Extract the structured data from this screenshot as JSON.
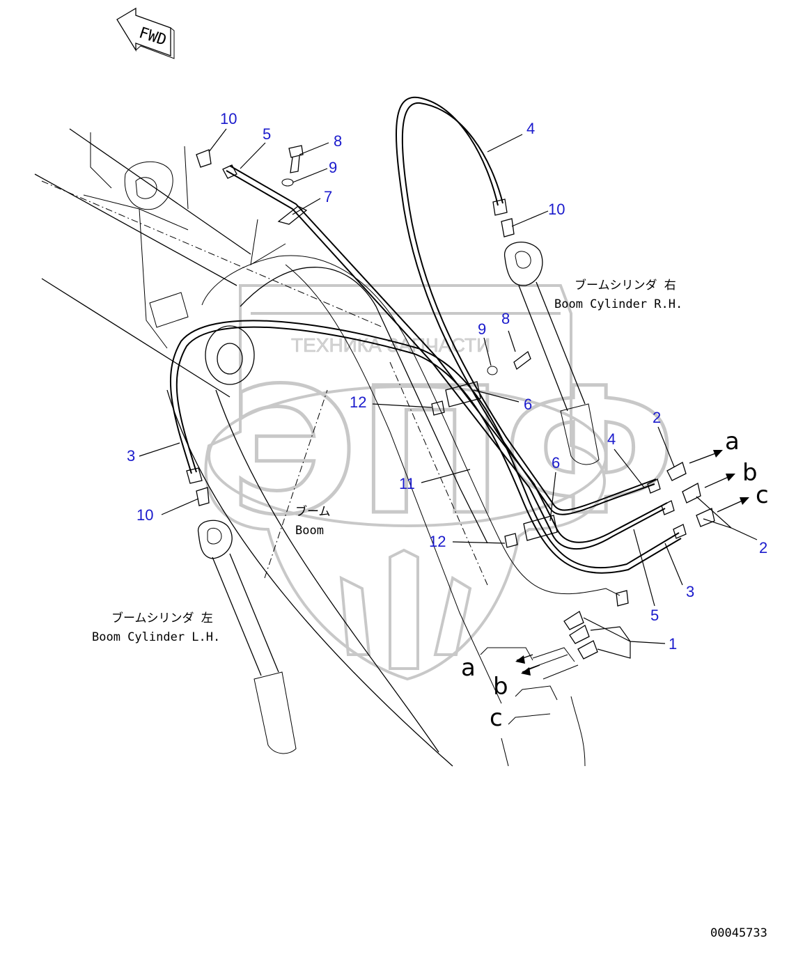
{
  "watermark": {
    "top_text": "ТЕХНИКА  ЗАПЧАСТИ",
    "big_text": "ЭПФ"
  },
  "direction_marker": "FWD",
  "labels": {
    "boom_cyl_rh_jp": "ブームシリンダ 右",
    "boom_cyl_rh_en": "Boom Cylinder R.H.",
    "boom_cyl_lh_jp": "ブームシリンダ 左",
    "boom_cyl_lh_en": "Boom Cylinder L.H.",
    "boom_jp": "ブーム",
    "boom_en": "Boom"
  },
  "ports": [
    "a",
    "b",
    "c"
  ],
  "callouts": [
    {
      "id": "c10a",
      "num": "10"
    },
    {
      "id": "c5a",
      "num": "5"
    },
    {
      "id": "c8a",
      "num": "8"
    },
    {
      "id": "c9a",
      "num": "9"
    },
    {
      "id": "c7",
      "num": "7"
    },
    {
      "id": "c4a",
      "num": "4"
    },
    {
      "id": "c10b",
      "num": "10"
    },
    {
      "id": "c9b",
      "num": "9"
    },
    {
      "id": "c8b",
      "num": "8"
    },
    {
      "id": "c12a",
      "num": "12"
    },
    {
      "id": "c6a",
      "num": "6"
    },
    {
      "id": "c2a",
      "num": "2"
    },
    {
      "id": "c4b",
      "num": "4"
    },
    {
      "id": "c6b",
      "num": "6"
    },
    {
      "id": "c3a",
      "num": "3"
    },
    {
      "id": "c11",
      "num": "11"
    },
    {
      "id": "c10c",
      "num": "10"
    },
    {
      "id": "c12b",
      "num": "12"
    },
    {
      "id": "c2b",
      "num": "2"
    },
    {
      "id": "c3b",
      "num": "3"
    },
    {
      "id": "c5b",
      "num": "5"
    },
    {
      "id": "c1",
      "num": "1"
    }
  ],
  "drawing_number": "00045733"
}
